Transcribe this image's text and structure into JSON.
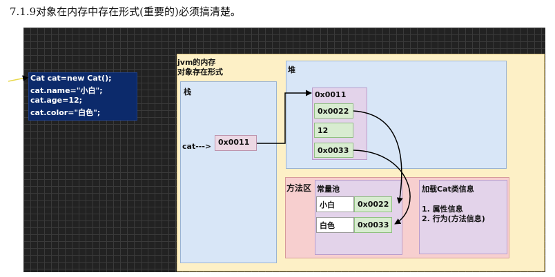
{
  "heading": "7.1.9对象在内存中存在形式(重要的)必须搞清楚。",
  "code": {
    "lines": [
      "Cat cat=new Cat();",
      "cat.name=\"小白\";",
      "cat.age=12;",
      "cat.color=\"白色\";"
    ]
  },
  "jvm": {
    "title_line1": "jvm的内存",
    "title_line2": "对象存在形式"
  },
  "stack": {
    "title": "栈",
    "var_label": "cat--->",
    "var_value": "0x0011"
  },
  "heap": {
    "title": "堆",
    "object_address": "0x0011",
    "fields": [
      "0x0022",
      "12",
      "0x0033"
    ]
  },
  "method_area": {
    "title": "方法区",
    "constant_pool": {
      "title": "常量池",
      "entries": [
        {
          "value": "小白",
          "address": "0x0022"
        },
        {
          "value": "白色",
          "address": "0x0033"
        }
      ]
    },
    "class_info": {
      "title": "加载Cat类信息",
      "items": [
        "1. 属性信息",
        "2. 行为(方法信息)"
      ]
    }
  },
  "colors": {
    "canvas_bg": "#222222",
    "code_bg": "#0c2a6b",
    "jvm_bg": "#fdf0c6",
    "region_blue": "#d8e6f7",
    "method_red": "#f7cfcf",
    "purple": "#e3d3ea",
    "green": "#d8ecd0"
  }
}
